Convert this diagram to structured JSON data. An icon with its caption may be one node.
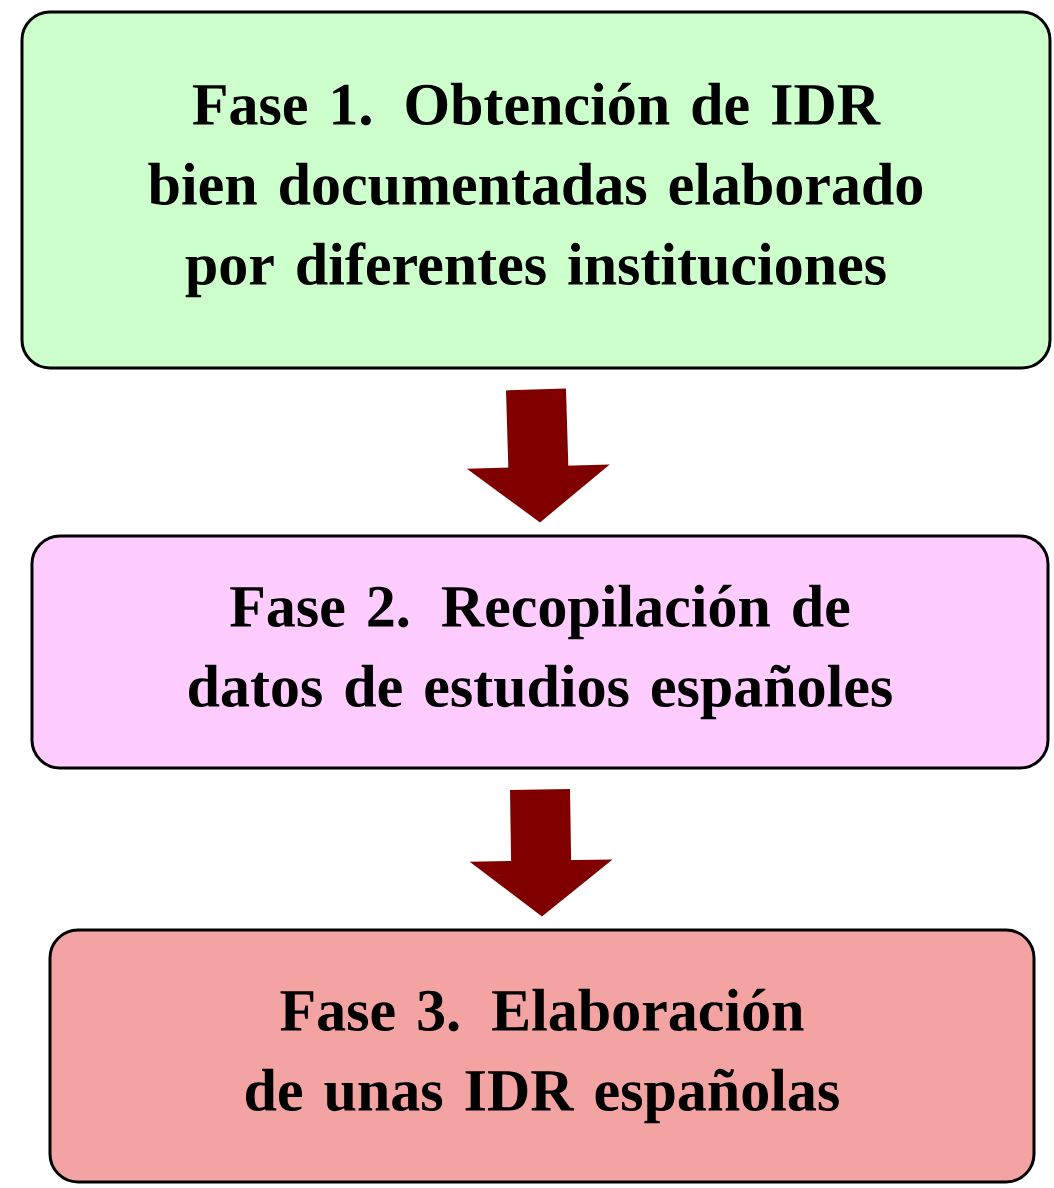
{
  "diagram": {
    "nodes": [
      {
        "text": [
          "Fase 1. Obtención de IDR bien documentadas elaborado por diferentes instituciones"
        ]
      },
      {
        "text": [
          "Fase 2. Recopilación de datos de estudios españoles"
        ]
      },
      {
        "text": [
          "Fase 3. Elaboración de unas IDR españolas"
        ]
      }
    ],
    "edges": [
      {
        "from": 0,
        "to": 1,
        "arrow": "to"
      },
      {
        "from": 1,
        "to": 2,
        "arrow": "to"
      }
    ]
  }
}
